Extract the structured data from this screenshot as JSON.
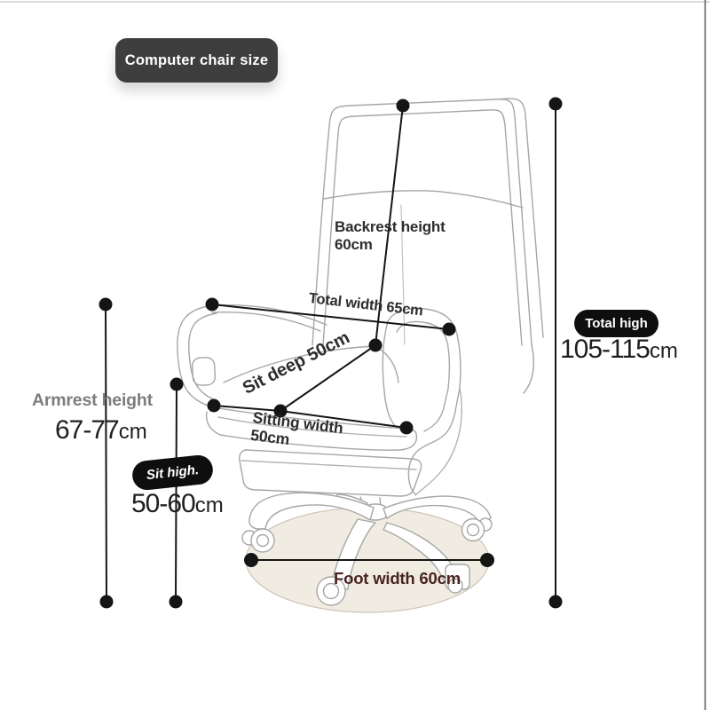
{
  "title_badge": {
    "label": "Computer chair size"
  },
  "chair_labels": {
    "backrest": {
      "line1": "Backrest height",
      "line2": "60cm"
    },
    "total_width": {
      "label": "Total width 65cm"
    },
    "sit_deep": {
      "label": "Sit deep 50cm"
    },
    "sitting_width": {
      "line1": "Sitting width",
      "line2": "50cm"
    },
    "foot_width": {
      "label": "Foot width 60cm"
    }
  },
  "left_column": {
    "armrest_label": "Armrest height",
    "armrest_value": "67-77",
    "armrest_unit": "cm",
    "sit_high_badge": "Sit high.",
    "sit_high_value": "50-60",
    "sit_high_unit": "cm"
  },
  "right_column": {
    "total_high_badge": "Total high",
    "total_high_value": "105-115",
    "total_high_unit": "cm"
  },
  "measurements": [
    {
      "name": "Backrest height",
      "value": "60cm"
    },
    {
      "name": "Total width",
      "value": "65cm"
    },
    {
      "name": "Sit deep",
      "value": "50cm"
    },
    {
      "name": "Sitting width",
      "value": "50cm"
    },
    {
      "name": "Foot width",
      "value": "60cm"
    },
    {
      "name": "Armrest height",
      "value": "67-77cm"
    },
    {
      "name": "Sit high",
      "value": "50-60cm"
    },
    {
      "name": "Total high",
      "value": "105-115cm"
    }
  ],
  "colors": {
    "badge_bg": "#3e3e3e",
    "pill_bg": "#0e0e0e",
    "label_text": "#2d2d2d",
    "armrest_label_text": "#7d7d7d",
    "foot_width_text": "#49231f",
    "value_text": "#1f1f1f",
    "dimension_line": "#151515",
    "chair_stroke": "#a6a6a6",
    "base_pad_fill": "#f1ece1"
  }
}
